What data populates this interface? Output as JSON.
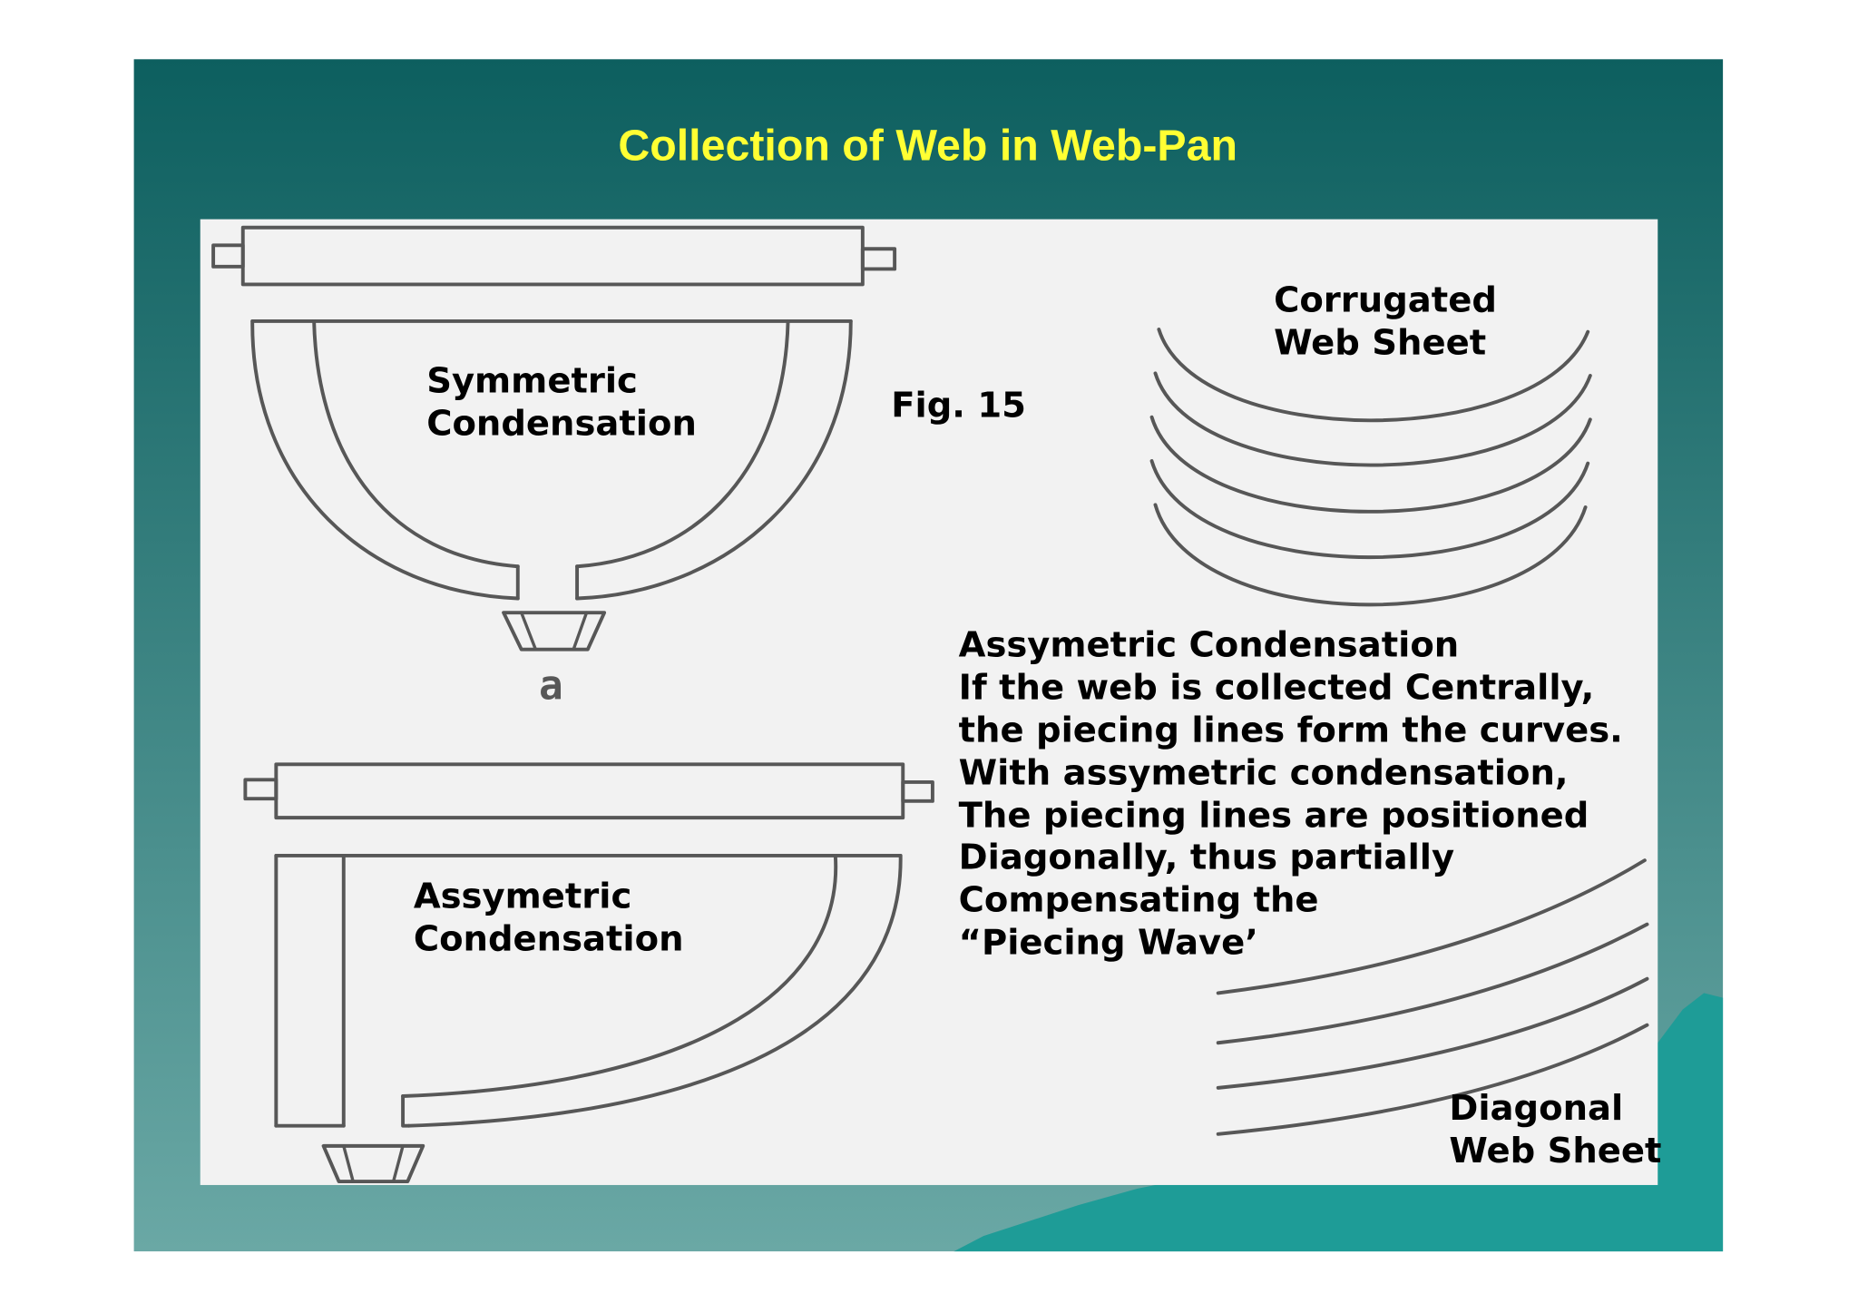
{
  "slide": {
    "title": "Collection of Web in Web-Pan",
    "colors": {
      "title_text": "#ffff33",
      "background_top": "#0d5f5f",
      "background_bottom": "#6aa8a5",
      "mountain": "#1e9c97",
      "figure_paper": "#f2f2f2",
      "figure_ink": "#575757",
      "label_text": "#000000"
    }
  },
  "figure": {
    "fig_label": "Fig. 15",
    "panel_letter": "a",
    "symmetric_label": [
      "Symmetric",
      "Condensation"
    ],
    "assymetric_label": [
      "Assymetric",
      "Condensation"
    ],
    "corrugated_label": [
      "Corrugated",
      "Web Sheet"
    ],
    "diagonal_label": [
      "Diagonal",
      "Web Sheet"
    ],
    "description": [
      "Assymetric Condensation",
      "If the web is collected Centrally,",
      "the piecing lines form the curves.",
      "With assymetric condensation,",
      "The piecing lines are positioned",
      "Diagonally, thus partially",
      "Compensating the",
      "“Piecing Wave’"
    ]
  }
}
